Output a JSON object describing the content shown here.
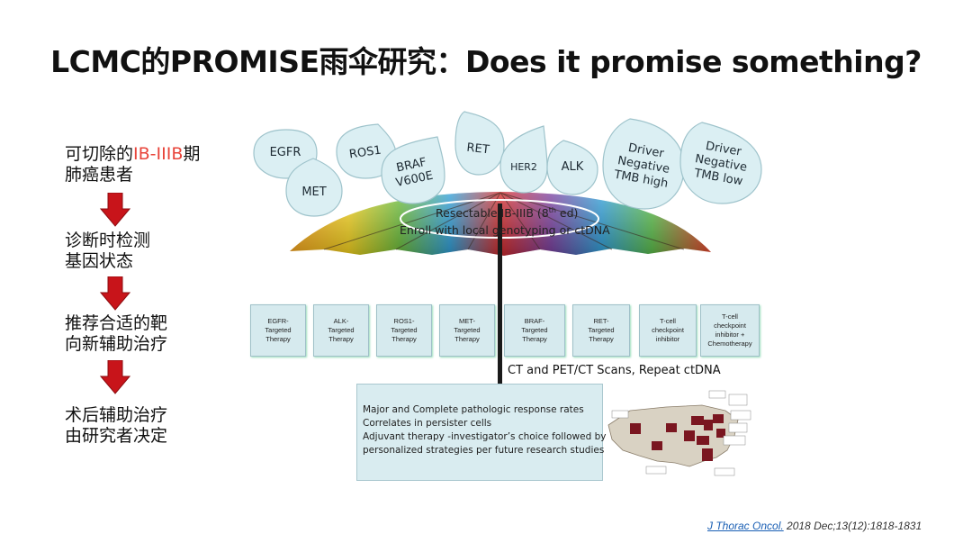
{
  "title": "LCMC的PROMISE雨伞研究：Does it promise something?",
  "steps": [
    {
      "line1_pre": "可切除的",
      "line1_hl_a": "IB-",
      "line1_hl_b": "IIIB",
      "line1_post": "期",
      "line2": "肺癌患者"
    },
    {
      "line1": "诊断时检测",
      "line2": "基因状态"
    },
    {
      "line1": "推荐合适的靶",
      "line2": "向新辅助治疗"
    },
    {
      "line1": "术后辅助治疗",
      "line2": "由研究者决定"
    }
  ],
  "drops": {
    "egfr": "EGFR",
    "met": "MET",
    "ros1": "ROS1",
    "braf_1": "BRAF",
    "braf_2": "V600E",
    "ret": "RET",
    "her2": "HER2",
    "alk": "ALK",
    "dn_high_1": "Driver",
    "dn_high_2": "Negative",
    "dn_high_3": "TMB high",
    "dn_low_1": "Driver",
    "dn_low_2": "Negative",
    "dn_low_3": "TMB low"
  },
  "umbrella": {
    "line1_pre": "Resectable IB-IIIB (8",
    "line1_sup": "th",
    "line1_post": " ed)",
    "line2": "Enroll with local genotyping or ctDNA"
  },
  "therapies": [
    {
      "l1": "EGFR-",
      "l2": "Targeted",
      "l3": "Therapy"
    },
    {
      "l1": "ALK-",
      "l2": "Targeted",
      "l3": "Therapy"
    },
    {
      "l1": "ROS1-",
      "l2": "Targeted",
      "l3": "Therapy"
    },
    {
      "l1": "MET-",
      "l2": "Targeted",
      "l3": "Therapy"
    },
    {
      "l1": "BRAF-",
      "l2": "Targeted",
      "l3": "Therapy"
    },
    {
      "l1": "RET-",
      "l2": "Targeted",
      "l3": "Therapy"
    },
    {
      "l1": "T-cell",
      "l2": "checkpoint",
      "l3": "inhibitor"
    },
    {
      "l1": "T-cell",
      "l2": "checkpoint",
      "l3": "inhibitor +",
      "l4": "Chemotherapy"
    }
  ],
  "scan_text": "CT and PET/CT Scans, Repeat ctDNA",
  "results": [
    "Major and Complete pathologic response rates",
    "Correlates  in persister cells",
    "Adjuvant therapy -investigator’s choice followed by",
    "personalized strategies per future research studies"
  ],
  "citation": {
    "journal": "J Thorac Oncol.",
    "ref": " 2018 Dec;13(12):1818-1831"
  },
  "colors": {
    "arrow_red": "#c8141a",
    "highlight_red": "#e8443a",
    "drop_fill": "#dbeff3",
    "therapy_fill": "#d6eaee",
    "map_dark": "#7a1620"
  }
}
